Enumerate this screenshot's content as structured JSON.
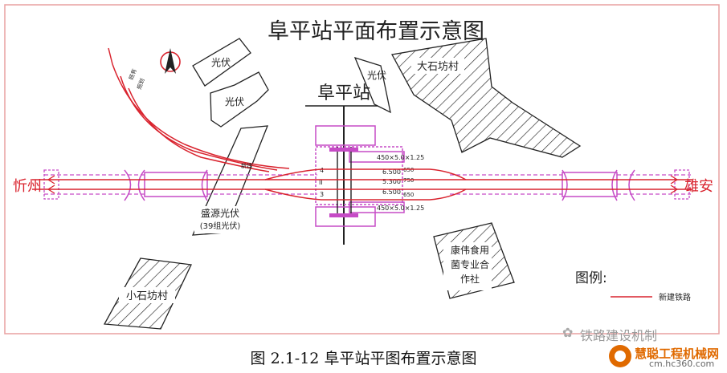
{
  "title": "阜平站平面布置示意图",
  "station_label": "阜平站",
  "left_end": "忻州",
  "right_end": "雄安",
  "regions": {
    "pv1": "光伏",
    "pv2": "光伏",
    "pv3": "光伏",
    "dashi": "大石坊村",
    "xiaoshi": "小石坊村",
    "shengyuan": "盛源光伏",
    "shengyuan_sub": "(39组光伏)",
    "kangwei": [
      "康伟食用",
      "菌专业合",
      "作社"
    ]
  },
  "platform_dims": {
    "top": "450×5.0×1.25",
    "bottom": "450×5.0×1.25"
  },
  "track_labels": {
    "t4": "4",
    "t2": "II",
    "t3": "3",
    "s1": "6.500",
    "s2": "5.300",
    "s3": "6.500",
    "r1": "650",
    "r2": "750",
    "r3": "650"
  },
  "legend": {
    "title": "图例:",
    "item": "新建铁路",
    "color": "#d9232e"
  },
  "caption": "图  2.1-12    阜平站平图布置示意图",
  "watermark": {
    "wechat": "铁路建设机制",
    "brand": "慧聪工程机械网",
    "url": "cm.hc360.com"
  },
  "colors": {
    "rail": "#d9232e",
    "border": "#e8a0a0",
    "platform": "#c64bc6",
    "ink": "#222222"
  }
}
